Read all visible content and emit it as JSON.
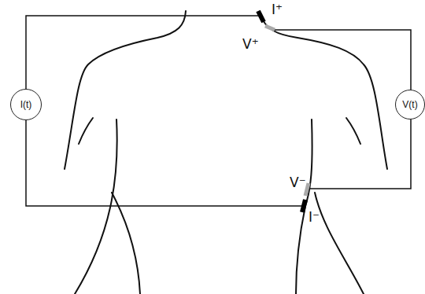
{
  "diagram": {
    "nodes": [
      {
        "text": [
          "I(t)"
        ]
      },
      {
        "text": [
          "V(t)"
        ]
      }
    ],
    "labels": [
      "I⁺",
      "V⁺",
      "V⁻",
      "I⁻"
    ]
  }
}
